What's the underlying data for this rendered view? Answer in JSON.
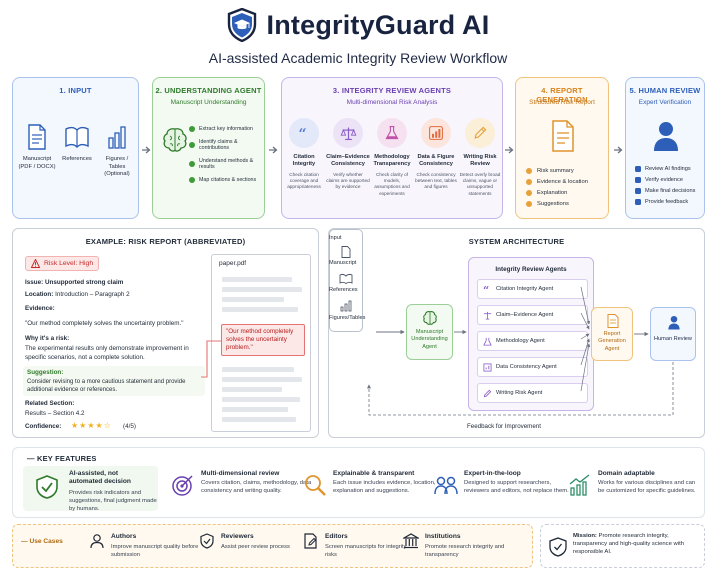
{
  "header": {
    "title": "IntegrityGuard AI",
    "subtitle": "AI-assisted Academic Integrity Review Workflow"
  },
  "pipeline": {
    "input": {
      "title": "1. INPUT",
      "items": [
        {
          "label": "Manuscript (PDF / DOCX)",
          "icon": "document-icon"
        },
        {
          "label": "References",
          "icon": "book-icon"
        },
        {
          "label": "Figures / Tables (Optional)",
          "icon": "bar-chart-icon"
        }
      ]
    },
    "understanding": {
      "title": "2. UNDERSTANDING AGENT",
      "subtitle": "Manuscript Understanding",
      "items": [
        "Extract key information",
        "Identify claims & contributions",
        "Understand methods & results",
        "Map citations & sections"
      ]
    },
    "review": {
      "title": "3. INTEGRITY REVIEW AGENTS",
      "subtitle": "Multi-dimensional Risk Analysis",
      "agents": [
        {
          "name": "Citation Integrity",
          "desc": "Check citation coverage and appropriateness",
          "color": "#5b7fd6"
        },
        {
          "name": "Claim–Evidence Consistency",
          "desc": "Verify whether claims are supported by evidence",
          "color": "#8a5cc8"
        },
        {
          "name": "Methodology Transparency",
          "desc": "Check clarity of models, assumptions and experiments",
          "color": "#c052a8"
        },
        {
          "name": "Data & Figure Consistency",
          "desc": "Check consistency between text, tables and figures",
          "color": "#e06b3c"
        },
        {
          "name": "Writing Risk Review",
          "desc": "Detect overly broad claims, vague or unsupported statements",
          "color": "#e6a23a"
        }
      ]
    },
    "report": {
      "title": "4. REPORT GENERATION",
      "subtitle": "Structured Risk Report",
      "items": [
        "Risk summary",
        "Evidence & location",
        "Explanation",
        "Suggestions"
      ]
    },
    "human": {
      "title": "5. HUMAN REVIEW",
      "subtitle": "Expert Verification",
      "items": [
        "Review AI findings",
        "Verify evidence",
        "Make final decisions",
        "Provide feedback"
      ]
    }
  },
  "example": {
    "title": "EXAMPLE: RISK REPORT (ABBREVIATED)",
    "risk_level": "Risk Level: High",
    "issue_label": "Issue:",
    "issue": "Unsupported strong claim",
    "location_label": "Location:",
    "location": "Introduction – Paragraph 2",
    "evidence_label": "Evidence:",
    "evidence": "\"Our method completely solves the uncertainty problem.\"",
    "why_label": "Why it's a risk:",
    "why_1": "The experimental results only demonstrate improvement in",
    "why_2": "specific scenarios, not a complete solution.",
    "suggestion_label": "Suggestion:",
    "suggestion": "Consider revising to a more cautious statement and provide additional evidence or references.",
    "related_label": "Related Section:",
    "related": "Results – Section 4.2",
    "confidence_label": "Confidence:",
    "confidence_text": "(4/5)",
    "confidence_rating": 4,
    "confidence_max": 5,
    "paper_name": "paper.pdf",
    "paper_quote": "\"Our method completely solves the uncertainty problem.\""
  },
  "architecture": {
    "title": "SYSTEM ARCHITECTURE",
    "input_label": "Input",
    "input_items": [
      "Manuscript",
      "References",
      "Figures/Tables"
    ],
    "understanding_label": "Manuscript Understanding Agent",
    "agents_title": "Integrity Review Agents",
    "agents": [
      "Citation Integrity Agent",
      "Claim–Evidence Agent",
      "Methodology Agent",
      "Data Consistency Agent",
      "Writing Risk Agent"
    ],
    "report_label": "Report Generation Agent",
    "human_label": "Human Review",
    "feedback_label": "Feedback for Improvement"
  },
  "features": {
    "title": "KEY FEATURES",
    "items": [
      {
        "name": "AI-assisted, not automated decision",
        "desc": "Provides risk indicators and suggestions, final judgment made by humans."
      },
      {
        "name": "Multi-dimensional review",
        "desc": "Covers citation, claims, methodology, data consistency and writing quality."
      },
      {
        "name": "Explainable & transparent",
        "desc": "Each issue includes evidence, location, explanation and suggestions."
      },
      {
        "name": "Expert-in-the-loop",
        "desc": "Designed to support researchers, reviewers and editors, not replace them."
      },
      {
        "name": "Domain adaptable",
        "desc": "Works for various disciplines and can be customized for specific guidelines."
      }
    ]
  },
  "use_cases": {
    "title": "Use Cases",
    "items": [
      {
        "name": "Authors",
        "desc": "Improve manuscript quality before submission"
      },
      {
        "name": "Reviewers",
        "desc": "Assist peer review process"
      },
      {
        "name": "Editors",
        "desc": "Screen manuscripts for integrity risks"
      },
      {
        "name": "Institutions",
        "desc": "Promote research integrity and transparency"
      }
    ]
  },
  "mission": {
    "label": "Mission:",
    "text": "Promote research integrity, transparency and high-quality science with responsible AI."
  },
  "colors": {
    "navy": "#17233f",
    "blue": "#2d5fb8",
    "green": "#2f7a2b",
    "purple": "#6a3fb0",
    "orange": "#d9821a",
    "red": "#c62828"
  }
}
